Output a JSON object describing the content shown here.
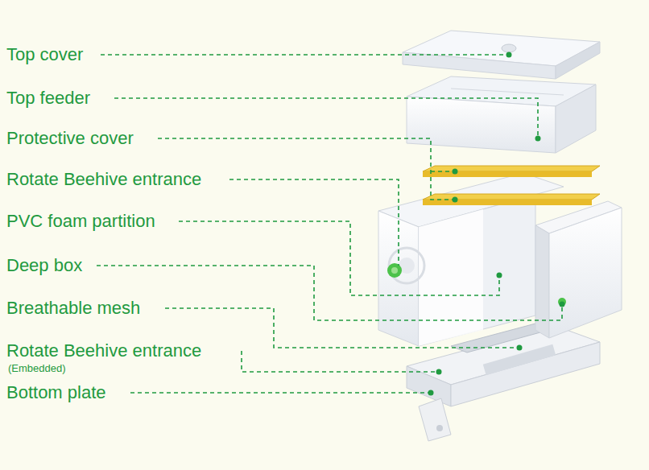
{
  "diagram": {
    "labels": [
      "Top cover",
      "Top feeder",
      "Protective cover",
      "Rotate Beehive entrance",
      "PVC foam partition",
      "Deep box",
      "Breathable mesh",
      "Rotate Beehive entrance",
      "(Embedded)",
      "Bottom plate"
    ]
  }
}
